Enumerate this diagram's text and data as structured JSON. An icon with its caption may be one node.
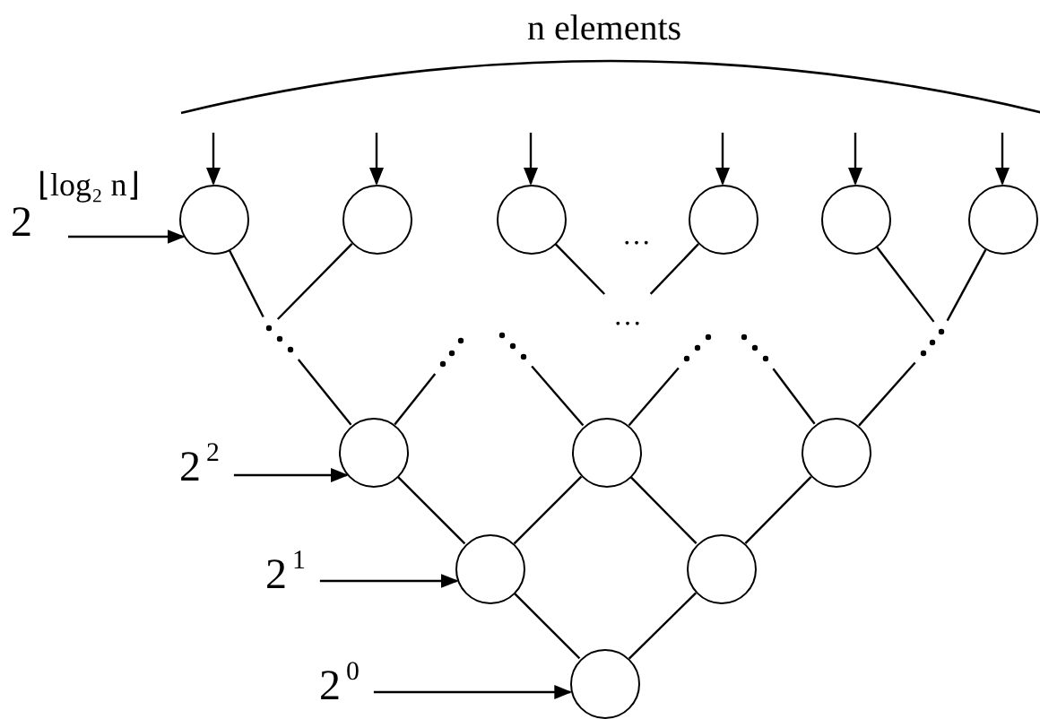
{
  "diagram": {
    "nodes": [
      {
        "text": [],
        "shape": "circle"
      },
      {
        "text": [],
        "shape": "circle"
      },
      {
        "text": [],
        "shape": "circle"
      },
      {
        "text": [],
        "shape": "circle"
      },
      {
        "text": [],
        "shape": "circle"
      },
      {
        "text": [],
        "shape": "circle"
      },
      {
        "text": [],
        "shape": "circle"
      },
      {
        "text": [],
        "shape": "circle"
      },
      {
        "text": [],
        "shape": "circle"
      },
      {
        "text": [],
        "shape": "circle"
      },
      {
        "text": [],
        "shape": "circle"
      },
      {
        "text": [],
        "shape": "circle"
      },
      {
        "text": [
          "2$^{⌊log₂ n⌋}$"
        ]
      },
      {
        "text": [
          "2$^{2}$"
        ]
      },
      {
        "text": [
          "2$^{1}$"
        ]
      },
      {
        "text": [
          "2$^{0}$"
        ]
      },
      {
        "text": [],
        "shape": "dots"
      },
      {
        "text": [],
        "shape": "dots"
      },
      {
        "text": [],
        "shape": "dots"
      },
      {
        "text": [],
        "shape": "dots"
      },
      {
        "text": [],
        "shape": "dots"
      },
      {
        "text": [],
        "shape": "dots"
      },
      {
        "text": [
          "…"
        ]
      }
    ],
    "edges": [
      {
        "from": null,
        "to": 0,
        "arrow": "to"
      },
      {
        "from": null,
        "to": 1,
        "arrow": "to"
      },
      {
        "from": null,
        "to": 2,
        "arrow": "to"
      },
      {
        "from": null,
        "to": 3,
        "arrow": "to"
      },
      {
        "from": null,
        "to": 4,
        "arrow": "to"
      },
      {
        "from": null,
        "to": 5,
        "arrow": "to"
      },
      {
        "from": 0,
        "to": 16,
        "arrow": "none"
      },
      {
        "from": 1,
        "to": 16,
        "arrow": "none"
      },
      {
        "from": 2,
        "to": 22,
        "arrow": "none"
      },
      {
        "from": 3,
        "to": 22,
        "arrow": "none"
      },
      {
        "from": 4,
        "to": 21,
        "arrow": "none"
      },
      {
        "from": 5,
        "to": 21,
        "arrow": "none"
      },
      {
        "from": 6,
        "to": 16,
        "arrow": "none"
      },
      {
        "from": 6,
        "to": 17,
        "arrow": "none"
      },
      {
        "from": 7,
        "to": 18,
        "arrow": "none"
      },
      {
        "from": 7,
        "to": 19,
        "arrow": "none"
      },
      {
        "from": 8,
        "to": 20,
        "arrow": "none"
      },
      {
        "from": 8,
        "to": 21,
        "arrow": "none"
      },
      {
        "from": 6,
        "to": 9,
        "arrow": "none"
      },
      {
        "from": 7,
        "to": 9,
        "arrow": "none"
      },
      {
        "from": 7,
        "to": 10,
        "arrow": "none"
      },
      {
        "from": 8,
        "to": 10,
        "arrow": "none"
      },
      {
        "from": 9,
        "to": 11,
        "arrow": "none"
      },
      {
        "from": 10,
        "to": 11,
        "arrow": "none"
      },
      {
        "from": 12,
        "to": 0,
        "arrow": "to"
      },
      {
        "from": 13,
        "to": 6,
        "arrow": "to"
      },
      {
        "from": 14,
        "to": 9,
        "arrow": "to"
      },
      {
        "from": 15,
        "to": 11,
        "arrow": "to"
      }
    ],
    "labels": [
      "n elements",
      "…"
    ]
  }
}
